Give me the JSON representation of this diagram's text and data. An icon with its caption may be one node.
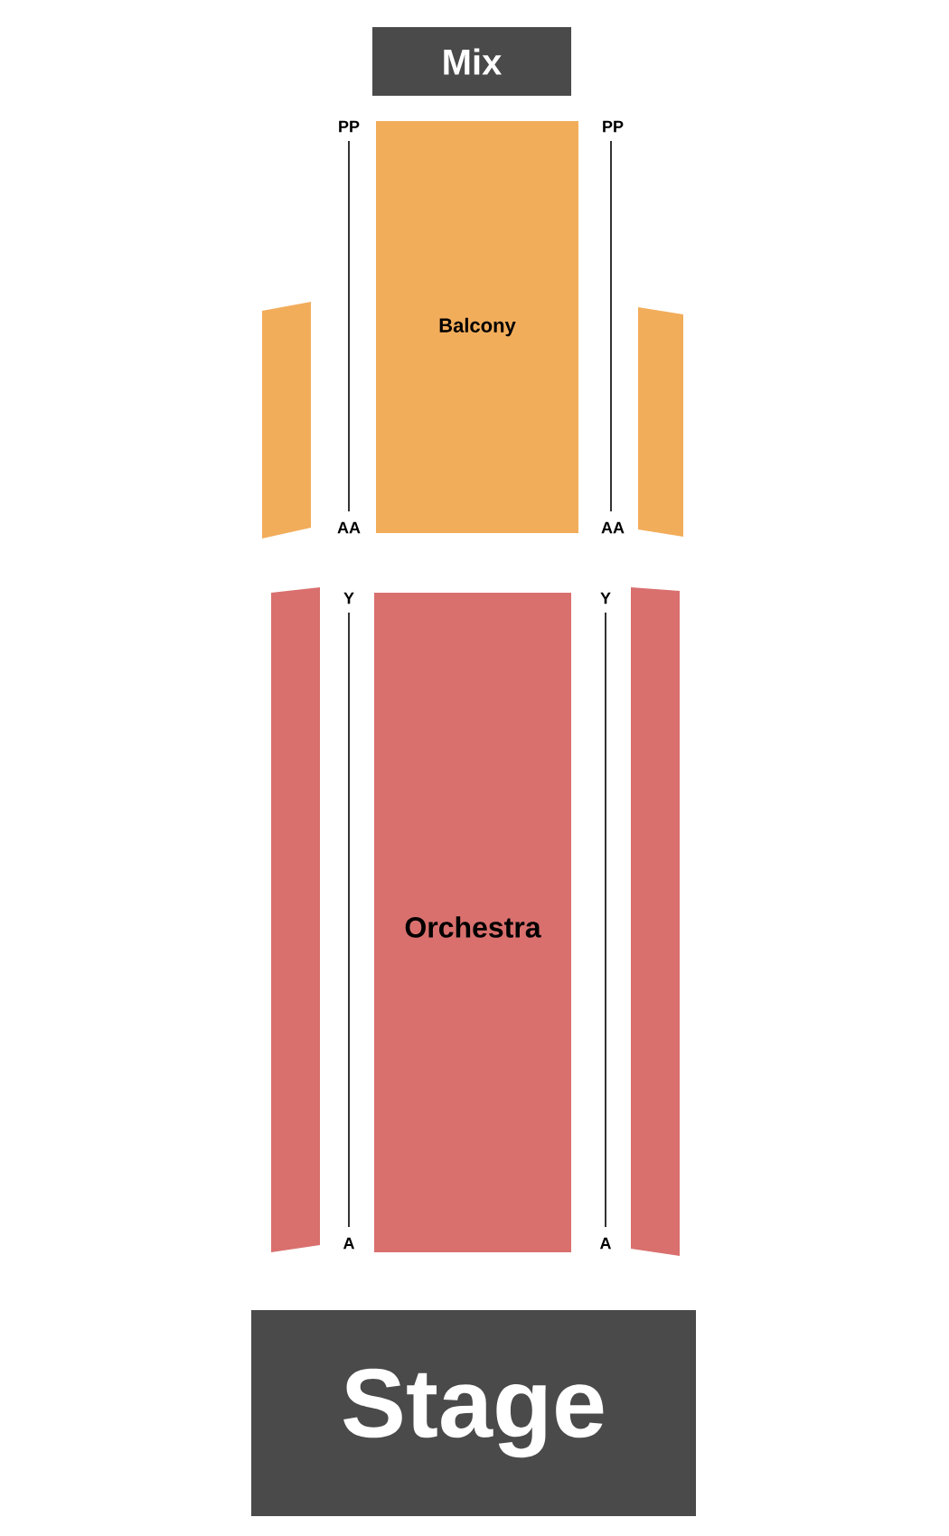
{
  "diagram": {
    "nodes": [
      {
        "text": [
          "Mix"
        ]
      },
      {
        "text": [
          "Balcony"
        ]
      },
      {
        "text": [],
        "shape": "box"
      },
      {
        "text": [],
        "shape": "box"
      },
      {
        "text": [
          "Orchestra"
        ]
      },
      {
        "text": [],
        "shape": "box"
      },
      {
        "text": [],
        "shape": "box"
      },
      {
        "text": [
          "Stage"
        ]
      }
    ],
    "labels": [
      "PP",
      "PP",
      "AA",
      "AA",
      "Y",
      "Y",
      "A",
      "A"
    ]
  }
}
